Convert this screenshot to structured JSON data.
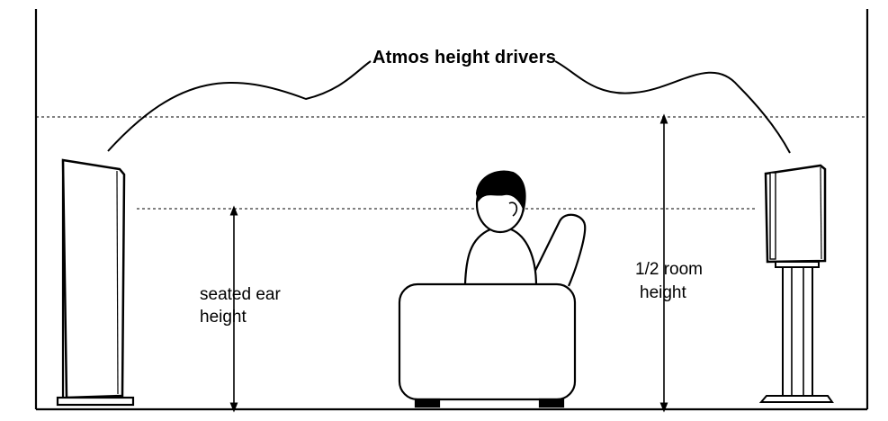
{
  "labels": {
    "atmos": "Atmos height drivers",
    "seated_line1": "seated ear",
    "seated_line2": "height",
    "half_line1": "1/2 room",
    "half_line2": "height"
  },
  "colors": {
    "stroke": "#000000",
    "background": "#ffffff"
  }
}
